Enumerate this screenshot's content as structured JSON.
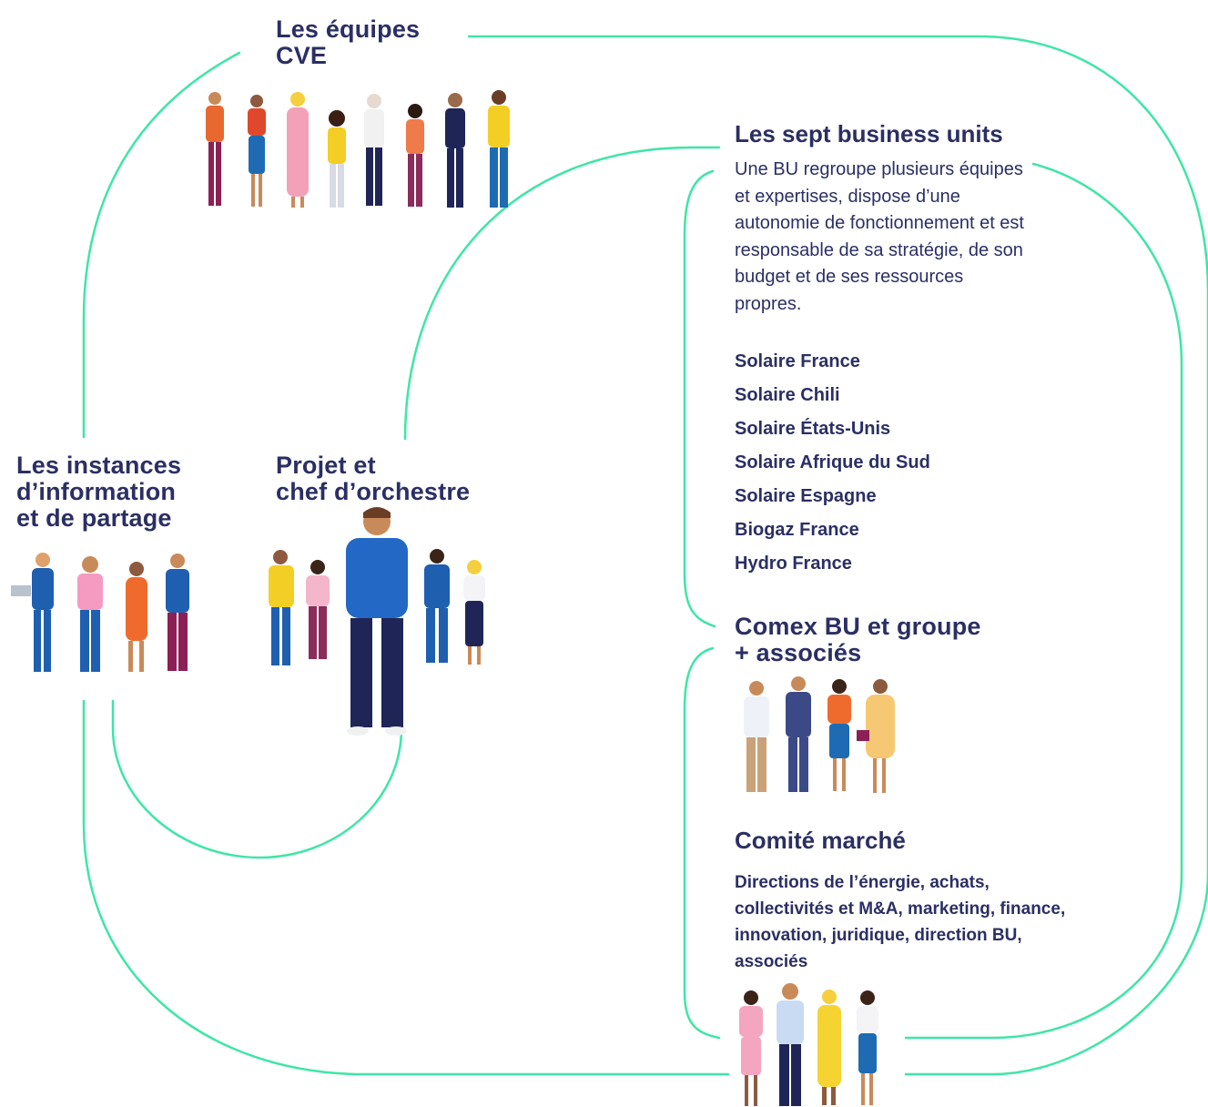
{
  "colors": {
    "line": "#3ee6a6",
    "text": "#2b2f63",
    "background": "#ffffff"
  },
  "equipes": {
    "title": "Les équipes\nCVE"
  },
  "instances": {
    "title": "Les instances\nd’information\net de partage"
  },
  "projet": {
    "title": "Projet et\nchef d’orchestre"
  },
  "business_units": {
    "title": "Les sept business units",
    "description": "Une BU regroupe plusieurs équipes et expertises, dispose d’une autonomie de fonctionnement et est responsable de sa stratégie, de son budget et de ses ressources propres.",
    "units": [
      "Solaire France",
      "Solaire Chili",
      "Solaire États-Unis",
      "Solaire Afrique du Sud",
      "Solaire Espagne",
      "Biogaz France",
      "Hydro France"
    ]
  },
  "comex": {
    "title": "Comex BU et groupe\n+ associés"
  },
  "comite": {
    "title": "Comité marché",
    "members": "Directions de l’énergie, achats, collectivités et M&A, marketing, finance, innovation, juridique, direction BU, associés"
  },
  "illustrations": {
    "equipes_people": [
      "orange",
      "red",
      "pink",
      "yellow",
      "navy",
      "orange",
      "navy",
      "yellow"
    ],
    "instances_people": [
      "blue",
      "pink",
      "orange",
      "blue"
    ],
    "projet_people": [
      "yellow",
      "pink",
      "blue-large",
      "blue",
      "white"
    ],
    "comex_people": [
      "white",
      "navy",
      "orange",
      "yellow"
    ],
    "comite_people": [
      "pink",
      "white",
      "yellow",
      "blue"
    ]
  }
}
